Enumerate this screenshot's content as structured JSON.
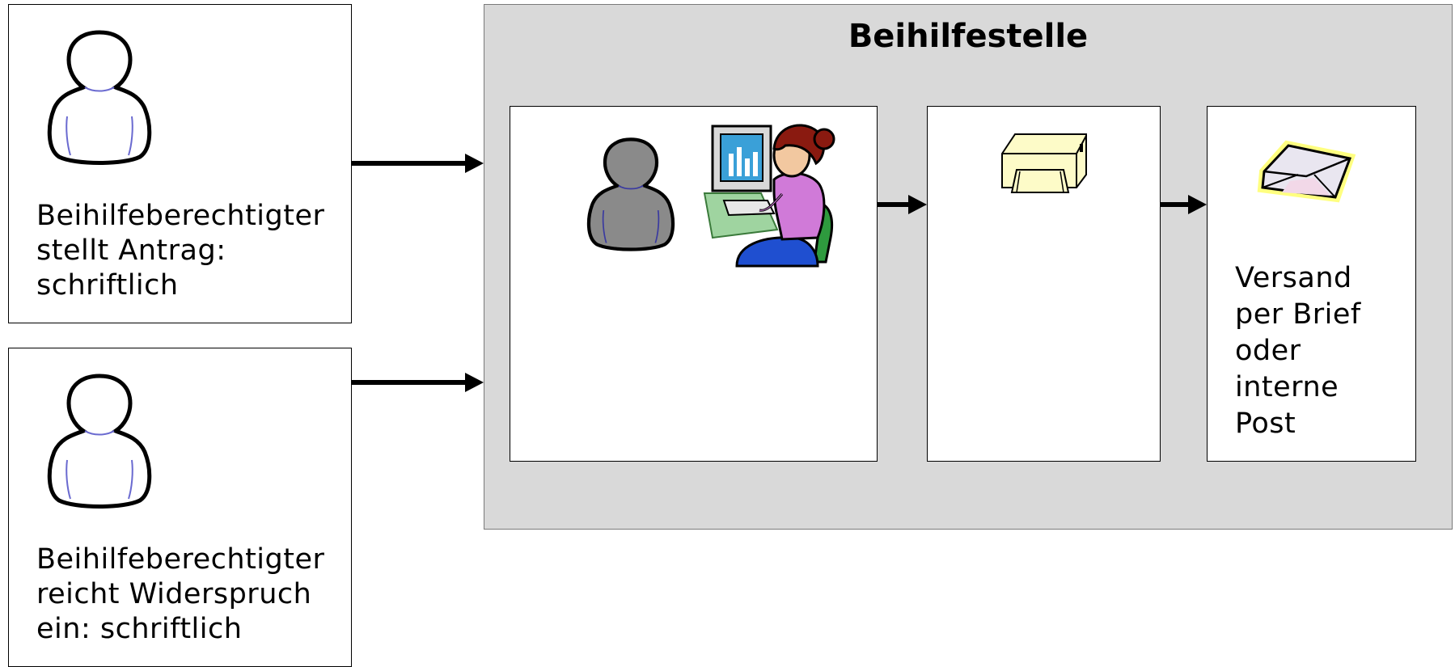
{
  "actors": [
    {
      "label_lines": [
        "Beihilfeberechtigter",
        "stellt Antrag:",
        "schriftlich"
      ]
    },
    {
      "label_lines": [
        "Beihilfeberechtigter",
        "reicht Widerspruch",
        "ein: schriftlich"
      ]
    }
  ],
  "office": {
    "title": "Beihilfestelle",
    "dispatch_lines": [
      "Versand",
      "per Brief",
      "oder",
      "interne",
      "Post"
    ]
  },
  "icons": {
    "actor_1": "person-outline-icon",
    "actor_2": "person-outline-icon",
    "clerk": "person-gray-icon",
    "computer_worker": "woman-at-computer-icon",
    "printer": "printer-icon",
    "envelope": "envelope-icon"
  },
  "colors": {
    "stage_background": "#d9d9d9",
    "box_border": "#000000",
    "arrow": "#000000",
    "gray_person": "#8a8a8a"
  }
}
